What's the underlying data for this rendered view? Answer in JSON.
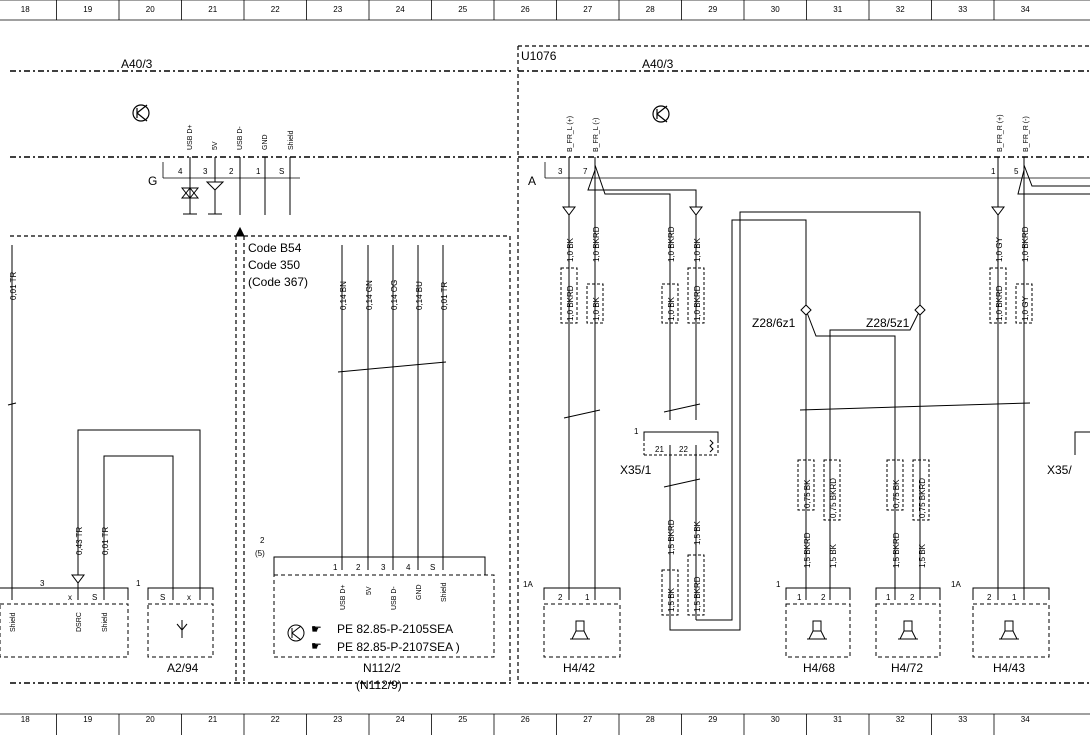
{
  "columns": [
    "18",
    "19",
    "20",
    "21",
    "22",
    "23",
    "24",
    "25",
    "26",
    "27",
    "28",
    "29",
    "30",
    "31",
    "32",
    "33",
    "34"
  ],
  "colors": {
    "link": "#1a1aff",
    "line": "#000000"
  },
  "modules": {
    "left_a40": "A40/3",
    "right_a40": "A40/3",
    "u_code": "U1076",
    "a2": "A2/94",
    "n112": "N112/2",
    "n112_alt": "(N112/9)",
    "x35": "X35/1",
    "x35_cut": "X35/",
    "z28_6": "Z28/6z1",
    "z28_5": "Z28/5z1",
    "h442": "H4/42",
    "h468": "H4/68",
    "h472": "H4/72",
    "h443": "H4/43"
  },
  "codes": {
    "b54": "Code B54",
    "c350": "Code 350",
    "c367": "(Code 367)"
  },
  "connectors": {
    "g": "G",
    "a": "A",
    "n112_num": "2",
    "n112_alt_num": "(5)",
    "a2_num": "1",
    "left_num": "3",
    "x35_num": "1",
    "one_a": "1A",
    "one": "1"
  },
  "pins_g": [
    {
      "num": "4",
      "label": "USB D+"
    },
    {
      "num": "3",
      "label": "5V"
    },
    {
      "num": "2",
      "label": "USB D-"
    },
    {
      "num": "1",
      "label": "GND"
    },
    {
      "num": "S",
      "label": "Shield"
    }
  ],
  "pins_a": [
    {
      "num": "3",
      "label": "B_FR_L (+)"
    },
    {
      "num": "7",
      "label": "B_FR_L (-)"
    },
    {
      "num": "1",
      "label": "B_FR_R (+)"
    },
    {
      "num": "5",
      "label": "B_FR_R (-)"
    }
  ],
  "wires_usb": [
    "0,14 BN",
    "0,14 GN",
    "0,14 OG",
    "0,14 BU",
    "0,01 TR"
  ],
  "n112_pins": [
    {
      "num": "1",
      "label": "USB D+"
    },
    {
      "num": "2",
      "label": "5V"
    },
    {
      "num": "3",
      "label": "USB D-"
    },
    {
      "num": "4",
      "label": "GND"
    },
    {
      "num": "S",
      "label": "Shield"
    }
  ],
  "references": [
    "PE 82.85-P-2105SEA",
    "PE 82.85-P-2107SEA )"
  ],
  "left_wires": {
    "tr_top": "0,01 TR",
    "tr43": "0,43 TR",
    "tr01": "0,01 TR"
  },
  "left_pins": {
    "x": "x",
    "s": "S",
    "dsrc": "DSRC",
    "shield": "Shield"
  },
  "a2_pins": {
    "s": "S",
    "x": "x"
  },
  "speaker_wires": {
    "w1": "1,0 BK",
    "w2": "1,0 BKRD",
    "w3": "1,0 BKRD",
    "w4": "1,0 BK",
    "w5": "1,0 GY",
    "w6": "1,0 BKRD",
    "b1": "1,0 BKRD",
    "b2": "1,0 BK",
    "b3": "1,0 BK",
    "b4": "1,0 BKRD",
    "b5": "1,0 BKRD",
    "b6": "1,0 GY",
    "c1": "1,5 BKRD",
    "c2": "1,5 BK",
    "d1": "1,5 BK",
    "d2": "1,5 BKRD",
    "e1": "0,75 BK",
    "e2": "0,75 BKRD",
    "e3": "0,75 BK",
    "e4": "0,75 BKRD",
    "f1": "1,5 BKRD",
    "f2": "1,5 BK",
    "f3": "1,5 BKRD",
    "f4": "1,5 BK"
  },
  "x35_pins": {
    "p21": "21",
    "p22": "22"
  },
  "speaker_pins": {
    "two": "2",
    "one": "1"
  }
}
